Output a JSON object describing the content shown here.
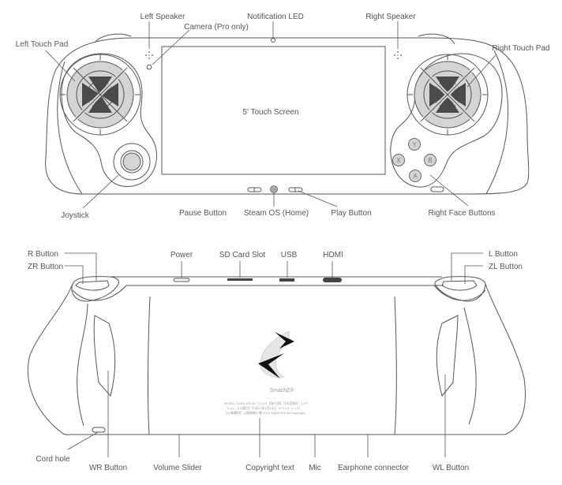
{
  "front_view": {
    "labels": {
      "left_speaker": "Left Speaker",
      "notification_led": "Notification LED",
      "right_speaker": "Right Speaker",
      "camera": "Camera (Pro only)",
      "left_touch_pad": "Left Touch Pad",
      "right_touch_pad": "Right Touch Pad",
      "touch_screen": "5' Touch Screen",
      "joystick": "Joystick",
      "pause_button": "Pause Button",
      "steam_os_home": "Steam OS (Home)",
      "play_button": "Play Button",
      "right_face_buttons": "Right Face Buttons"
    },
    "face_buttons": {
      "y": "Y",
      "x": "X",
      "b": "B",
      "a": "A"
    }
  },
  "top_view": {
    "labels": {
      "r_button": "R Button",
      "zr_button": "ZR Button",
      "power": "Power",
      "sd_card_slot": "SD Card Slot",
      "usb": "USB",
      "hdmi": "HDMI",
      "l_button": "L Button",
      "zl_button": "ZL Button",
      "cord_hole": "Cord hole",
      "wr_button": "WR Button",
      "volume_slider": "Volume Slider",
      "copyright_text": "Copyright text",
      "mic": "Mic",
      "earphone_connector": "Earphone connector",
      "wl_button": "WL Button"
    },
    "brand": "SmachZ®",
    "copyright_lines": [
      "MODEL S2001 DG 5V（1 9 0）【発行国】日本国発行（J P）",
      "（4 4 1）【公開日】平成27年4月14日（2 0 1 5. 4. 1 4）",
      "【公報種別】公開商標公報 2016  SMACHTEAM copyright."
    ]
  },
  "colors": {
    "line": "#555555",
    "pad_fill": "#d4d4d4",
    "dark_fill": "#4a4a4a",
    "text": "#555555"
  }
}
